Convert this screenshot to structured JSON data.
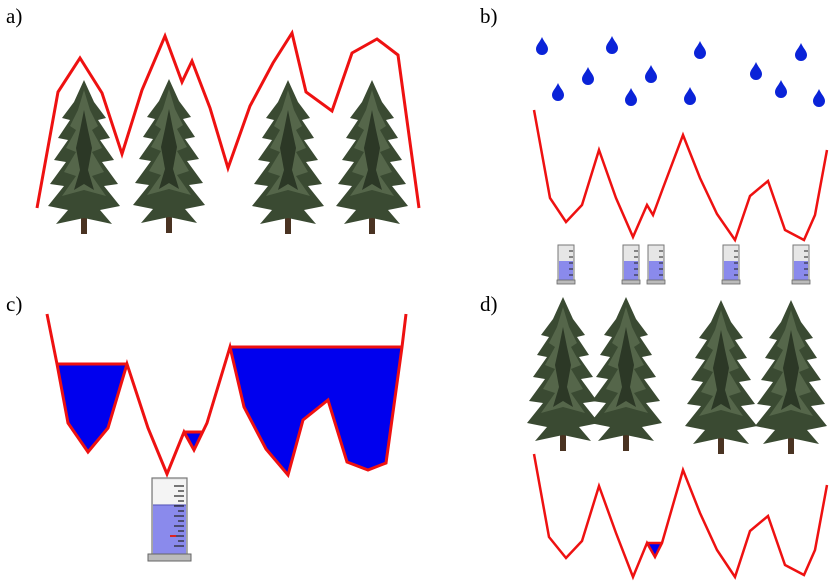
{
  "panels": [
    {
      "label": "a)"
    },
    {
      "label": "b)"
    },
    {
      "label": "c)"
    },
    {
      "label": "d)"
    }
  ],
  "colors": {
    "terrain_line": "#ee1111",
    "water": "#0000ee",
    "drop": "#0a23d8",
    "cylinder_fill": "#8a8aec",
    "tree_foliage": "#3a4a32",
    "trunk": "#4a3322"
  },
  "icons": [
    "tree-icon",
    "raindrop-icon",
    "graduated-cylinder-icon"
  ]
}
